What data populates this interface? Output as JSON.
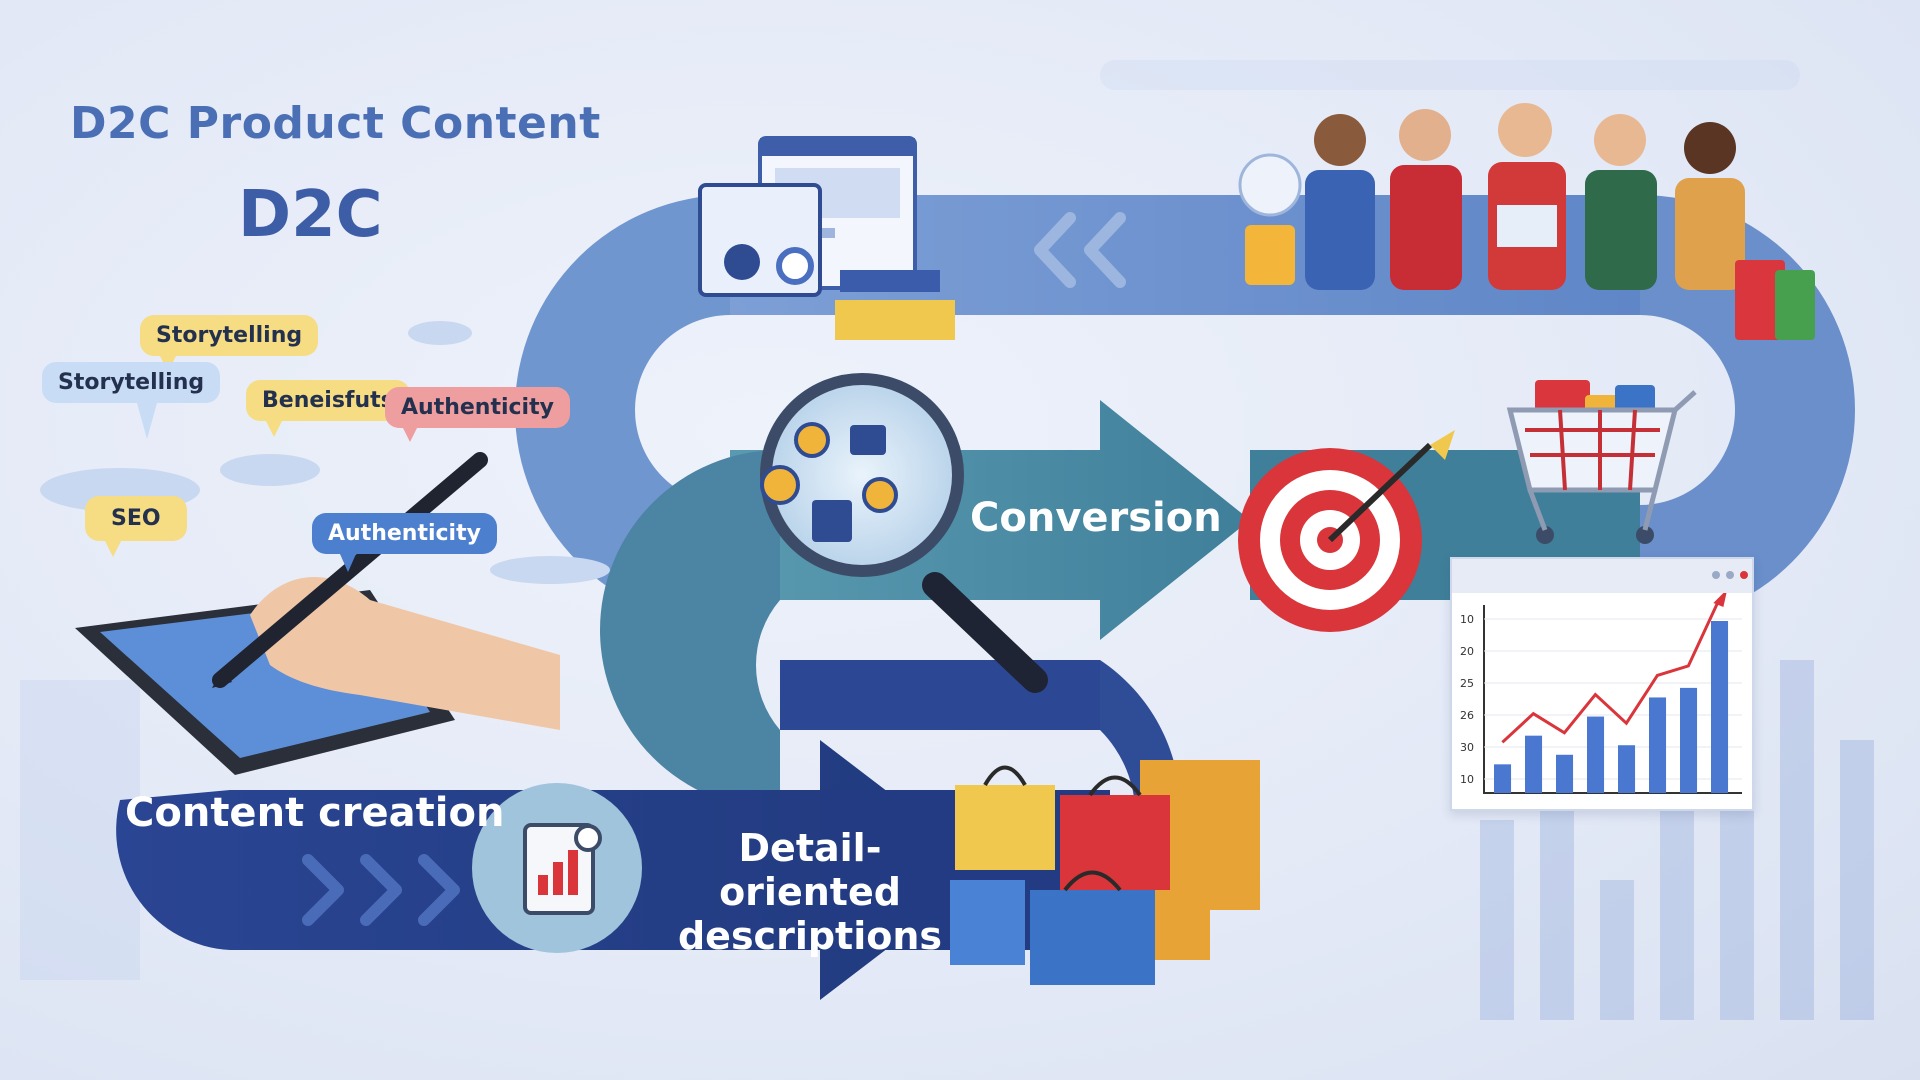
{
  "header": {
    "title": "D2C Product Content",
    "subtitle": "D2C"
  },
  "bubbles": {
    "storytelling_top": "Storytelling",
    "storytelling_left": "Storytelling",
    "beneisfuts": "Beneisfuts",
    "authenticity_top": "Authenticity",
    "seo": "SEO",
    "authenticity_pen": "Authenticity"
  },
  "path": {
    "content_creation": "Content creation",
    "detail_line1": "Detail-oriented",
    "detail_line2": "descriptions",
    "conversion": "Conversion"
  },
  "growth_chart": {
    "y_ticks": [
      "10",
      "20",
      "25",
      "26",
      "30",
      "10"
    ],
    "bar_values": [
      3,
      6,
      4,
      8,
      5,
      10,
      11,
      18
    ]
  },
  "colors": {
    "band_top": "#6e93cf",
    "band_middle": "#4f8fa6",
    "band_bottom": "#253d86",
    "title": "#4a6fb5",
    "target_red": "#d9353a",
    "chart_bar": "#4a78d1",
    "chart_line": "#d9353a"
  },
  "icons": [
    "browser-window-icon",
    "magnifier-icon",
    "target-icon",
    "shopping-cart-icon",
    "shopping-bags-icon",
    "tablet-icon",
    "pen-icon",
    "report-icon",
    "chevron-icon"
  ]
}
